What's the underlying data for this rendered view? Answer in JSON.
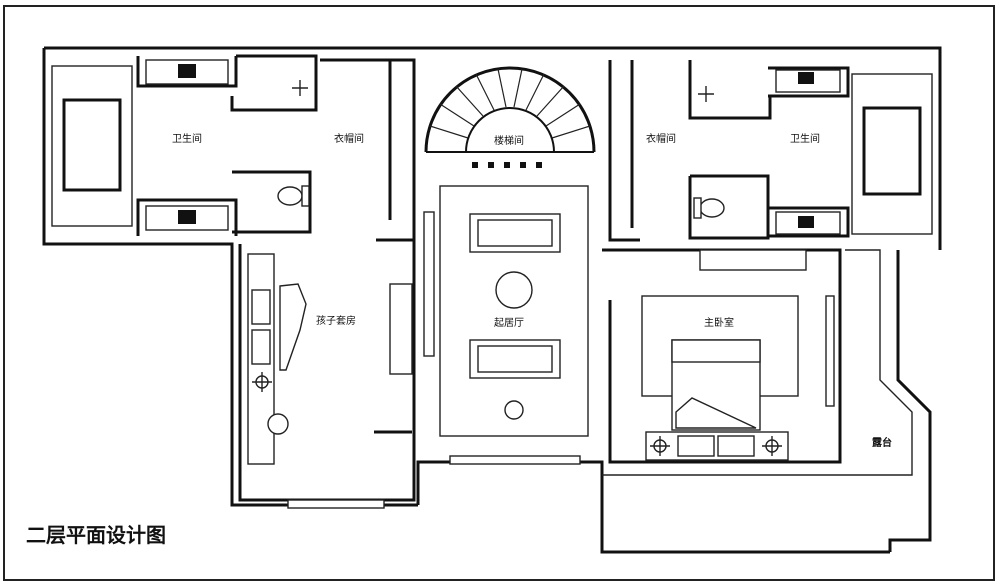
{
  "caption": "二层平面设计图",
  "rooms": {
    "bath_left": "卫生间",
    "closet_left": "衣帽间",
    "stair": "楼梯间",
    "closet_right": "衣帽间",
    "bath_right": "卫生间",
    "child_room": "孩子套房",
    "living": "起居厅",
    "master": "主卧室",
    "terrace": "露台"
  }
}
